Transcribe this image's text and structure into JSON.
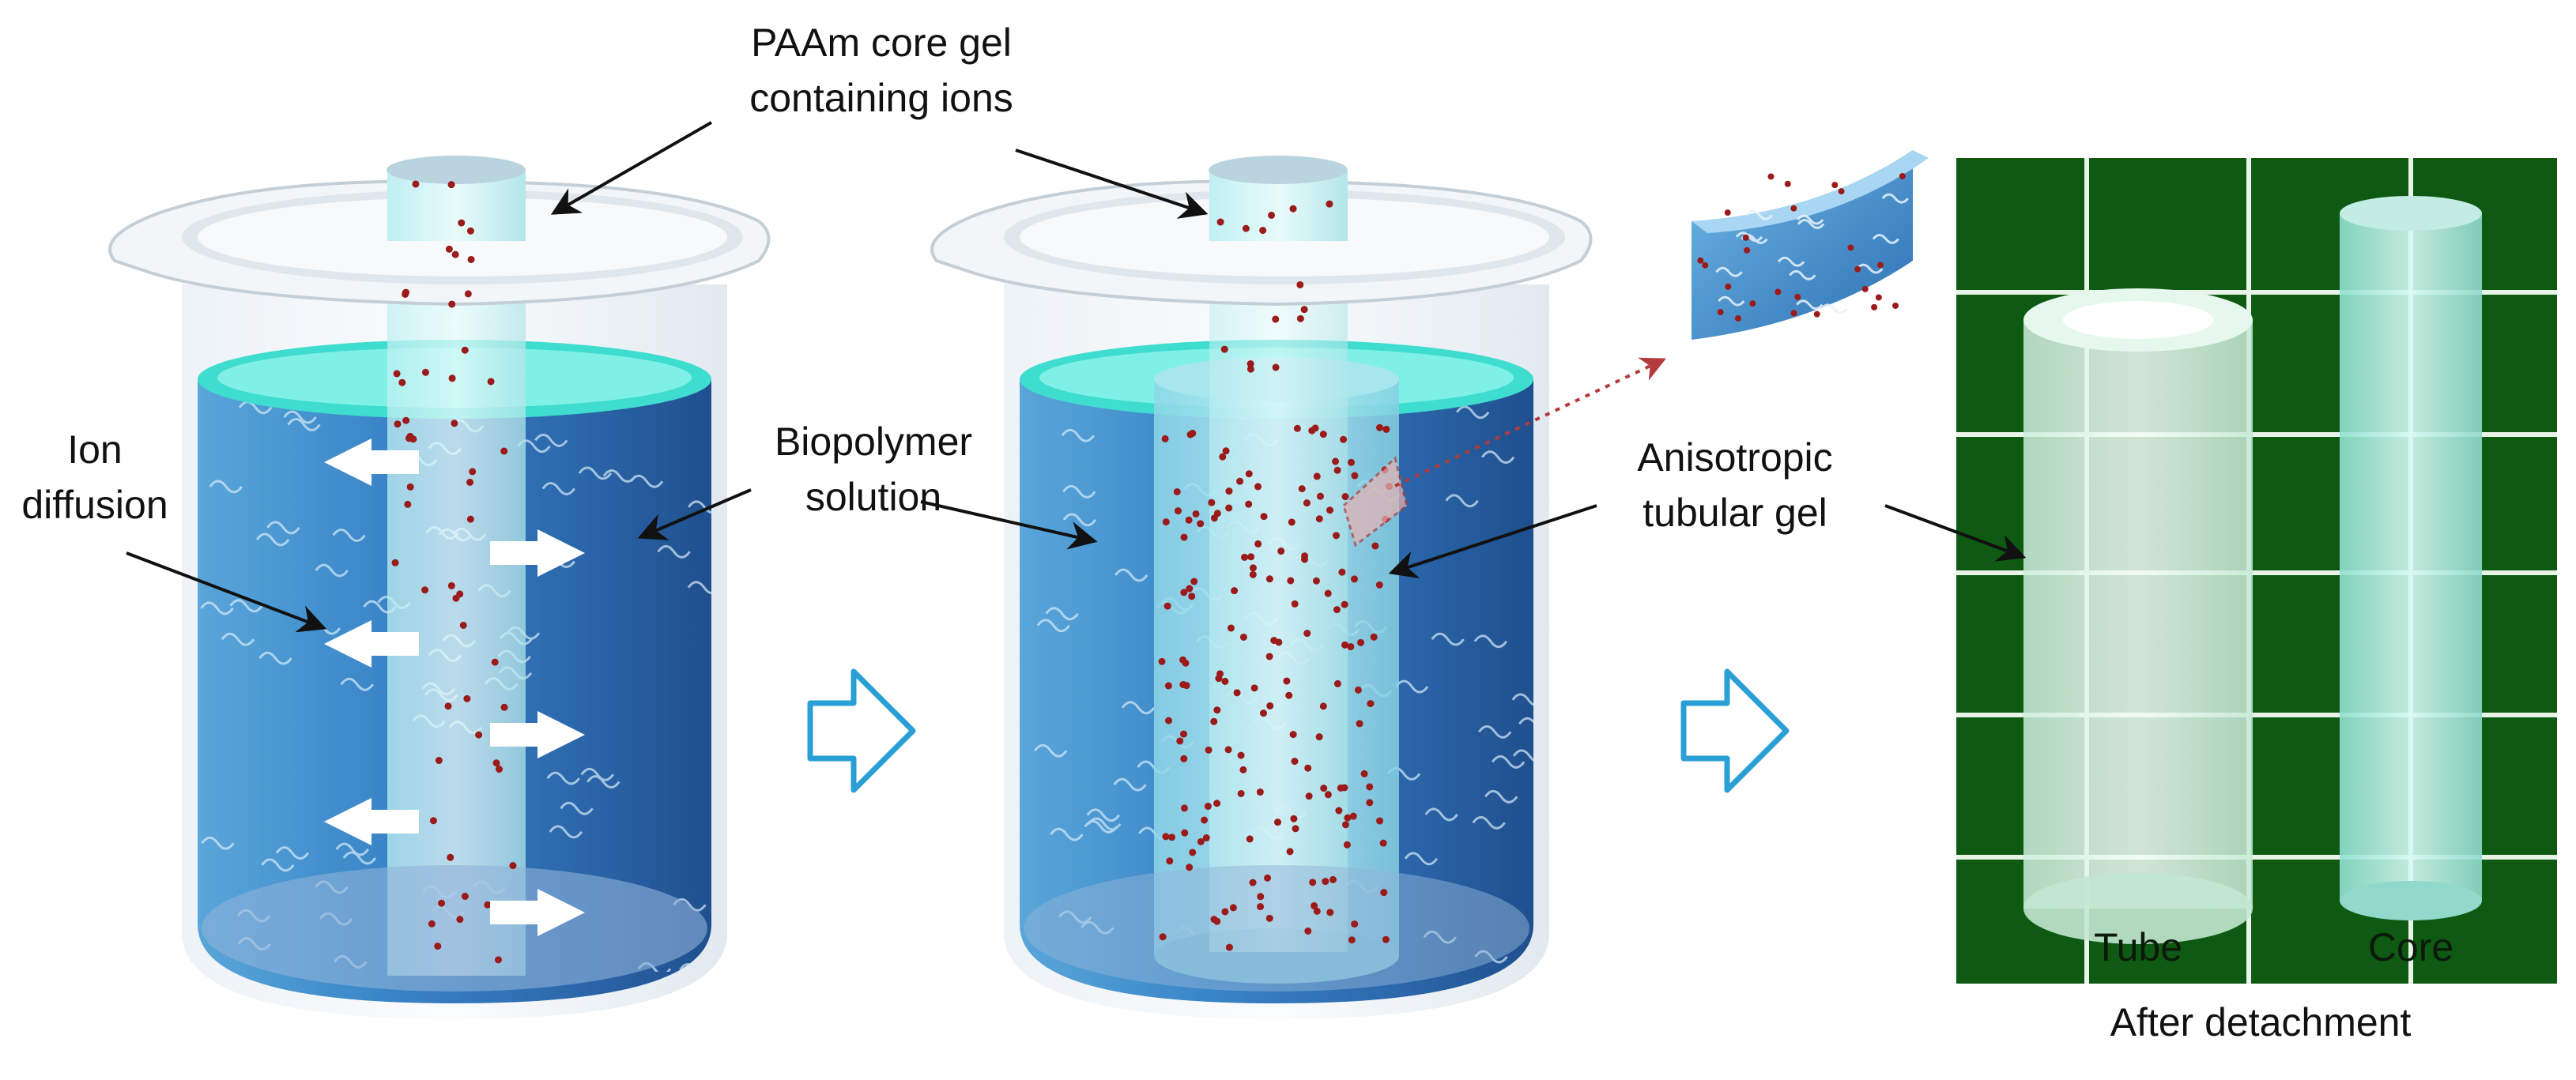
{
  "labels": {
    "core_gel_line1": "PAAm core gel",
    "core_gel_line2": "containing ions",
    "ion_line1": "Ion",
    "ion_line2": "diffusion",
    "biopolymer_line1": "Biopolymer",
    "biopolymer_line2": "solution",
    "aniso_line1": "Anisotropic",
    "aniso_line2": "tubular gel",
    "tube": "Tube",
    "core": "Core",
    "after": "After detachment"
  },
  "colors": {
    "solution_blue": "#2f73b8",
    "solution_light": "#7cc6e6",
    "liquid_surface": "#3fdcd0",
    "gel_core": "#d6f4f5",
    "ion_dot": "#9b1a1a",
    "flow_arrow": "#2a9fd6",
    "grid_green": "#0f5a12",
    "grid_line": "#e8f4e8",
    "tube_gel": "#e8fbf4",
    "core_gel": "#b9f0e6"
  },
  "icons": [
    "right-arrow-icon",
    "left-arrow-icon",
    "next-step-arrow-icon"
  ]
}
